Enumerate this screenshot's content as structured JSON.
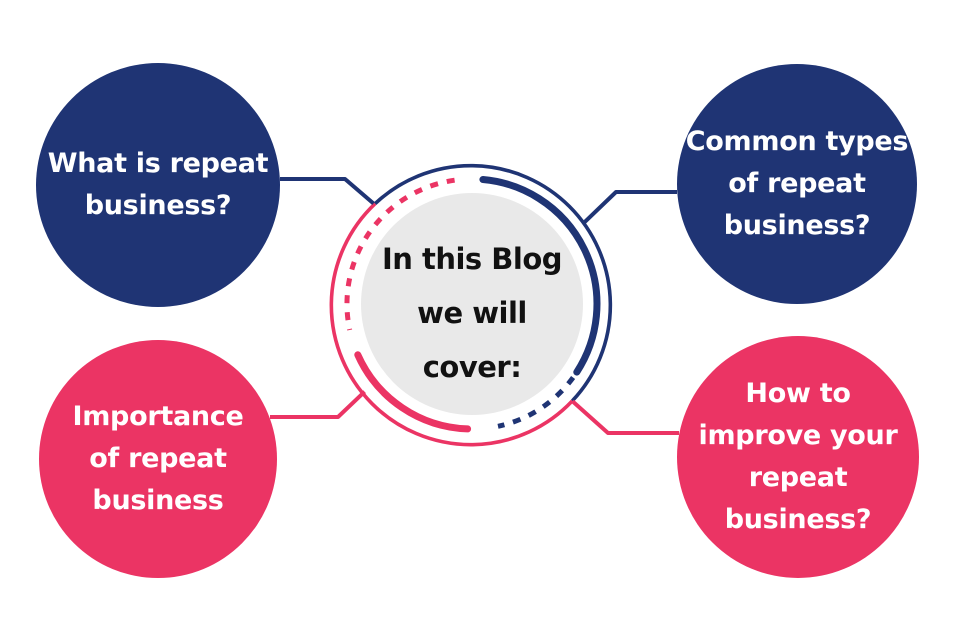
{
  "background": "#ffffff",
  "colors": {
    "navy": "#1f3474",
    "pink": "#eb3464",
    "gray_fill": "#e9e9e9",
    "center_text": "#111111",
    "bubble_text": "#ffffff"
  },
  "center_badge": {
    "lines": [
      "In this Blog",
      "we will",
      "cover:"
    ]
  },
  "bubbles": [
    {
      "position": "top-left",
      "color": "navy",
      "lines": [
        "What is repeat",
        "business?"
      ]
    },
    {
      "position": "top-right",
      "color": "navy",
      "lines": [
        "Common types",
        "of repeat",
        "business?"
      ]
    },
    {
      "position": "bottom-left",
      "color": "pink",
      "lines": [
        "Importance",
        "of repeat",
        "business"
      ]
    },
    {
      "position": "bottom-right",
      "color": "pink",
      "lines": [
        "How to",
        "improve your",
        "repeat",
        "business?"
      ]
    }
  ]
}
